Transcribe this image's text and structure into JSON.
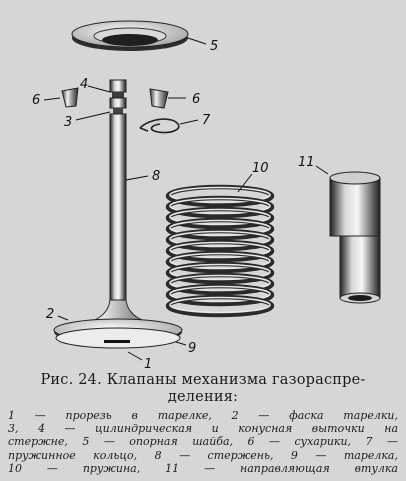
{
  "figure": {
    "labels": {
      "n1": "1",
      "n2": "2",
      "n3": "3",
      "n4": "4",
      "n5": "5",
      "n6a": "6",
      "n6b": "6",
      "n7": "7",
      "n8": "8",
      "n9": "9",
      "n10": "10",
      "n11": "11"
    }
  },
  "caption": {
    "title_line1": "Рис. 24. Клапаны механизма газораспре-",
    "title_line2": "деления:",
    "legend_lines": [
      "1 — прорезь в тарелке, 2 — фаска тарелки,",
      "3, 4 — цилиндрическая и конусная выточки на",
      "стержне, 5 — опорная шайба, 6 — сухарики, 7 —",
      "пружинное кольцо, 8 — стержень, 9 — тарелка,",
      "10 — пружина, 11 — направляющая втулка"
    ]
  }
}
